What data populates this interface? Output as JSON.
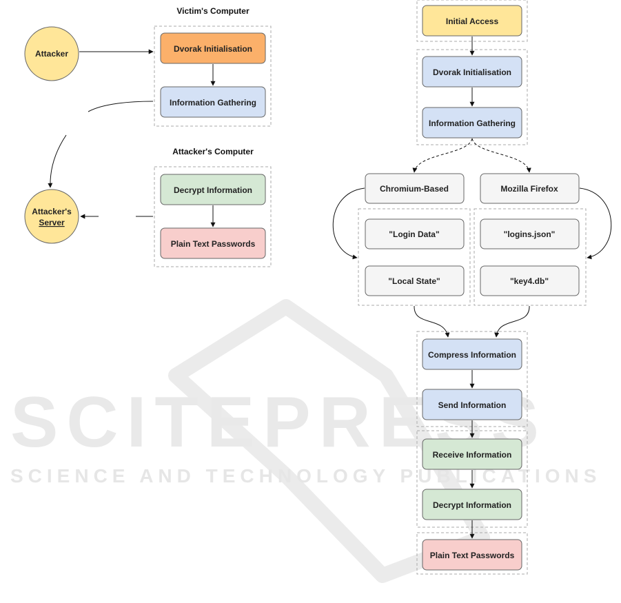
{
  "watermark": {
    "main": "SCITEPRESS",
    "sub": "SCIENCE AND TECHNOLOGY PUBLICATIONS"
  },
  "left_diagram": {
    "victim_title": "Victim's Computer",
    "attacker_title": "Attacker's Computer",
    "attacker_node": "Attacker",
    "server_line1": "Attacker's",
    "server_line2": "Server",
    "dvorak_init": "Dvorak Initialisation",
    "info_gathering": "Information Gathering",
    "decrypt_info": "Decrypt Information",
    "plain_text": "Plain Text Passwords"
  },
  "right_diagram": {
    "initial_access": "Initial Access",
    "dvorak_init": "Dvorak Initialisation",
    "info_gathering": "Information Gathering",
    "chromium": "Chromium-Based",
    "firefox": "Mozilla Firefox",
    "login_data": "\"Login Data\"",
    "local_state": "\"Local State\"",
    "logins_json": "\"logins.json\"",
    "key4_db": "\"key4.db\"",
    "compress": "Compress Information",
    "send": "Send Information",
    "receive": "Receive Information",
    "decrypt": "Decrypt Information",
    "plain_text": "Plain Text Passwords"
  },
  "colors": {
    "orange_fill": "#fbb06a",
    "yellow_fill": "#ffe699",
    "blue_fill": "#d4e1f5",
    "green_fill": "#d5e8d4",
    "red_fill": "#f8cecc",
    "gray_fill": "#f5f5f5",
    "stroke": "#666666"
  }
}
